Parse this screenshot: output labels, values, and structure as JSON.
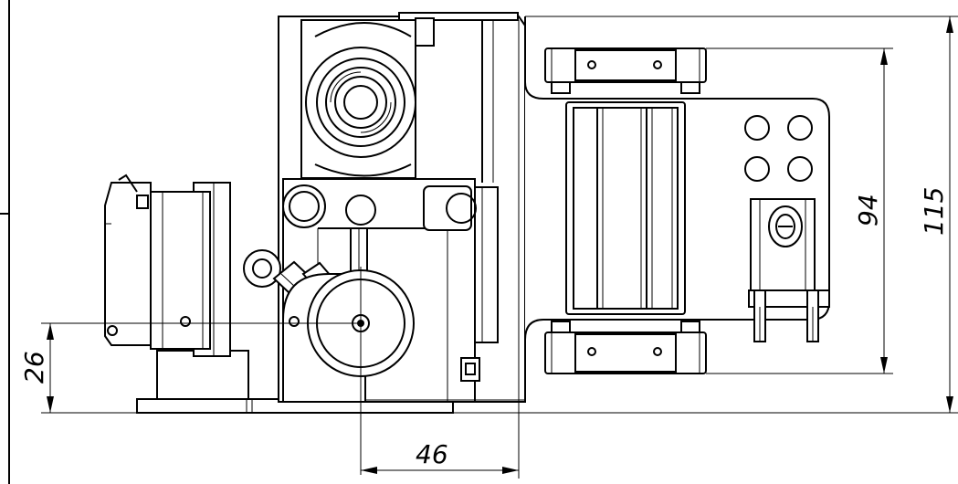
{
  "dimensions": {
    "d26": "26",
    "d46": "46",
    "d94": "94",
    "d115": "115"
  }
}
